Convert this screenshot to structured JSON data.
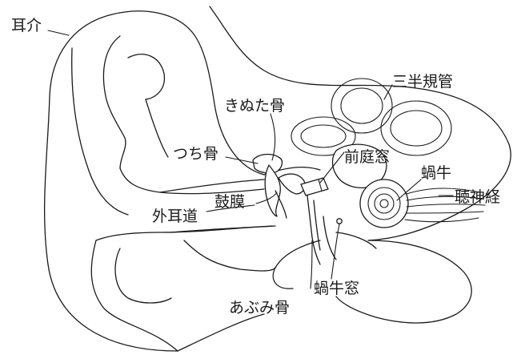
{
  "labels": {
    "pinna": "耳介",
    "incus": "きぬた骨",
    "semicircular_canals": "三半規管",
    "malleus": "つち骨",
    "oval_window": "前庭窓",
    "cochlea": "蝸牛",
    "eardrum": "鼓膜",
    "auditory_nerve": "聴神経",
    "ear_canal": "外耳道",
    "round_window": "蝸牛窓",
    "stapes": "あぶみ骨"
  },
  "line_color": "#1a1a1a",
  "background": "#ffffff"
}
